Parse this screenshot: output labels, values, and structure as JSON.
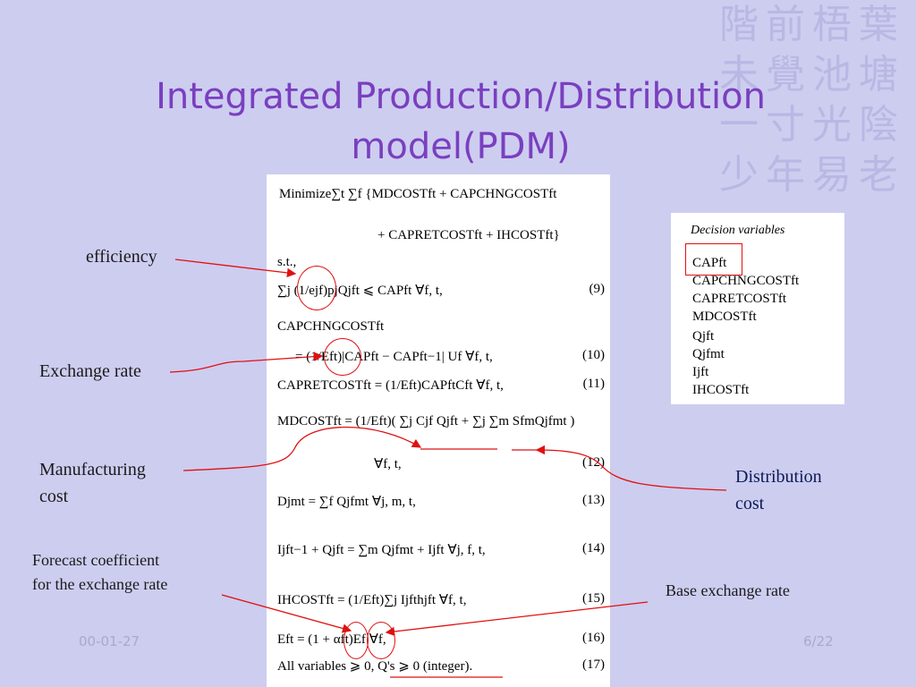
{
  "background_watermark": [
    "階前梧葉",
    "未覺池塘",
    "一寸光陰",
    "少年易老"
  ],
  "title": {
    "line1": "Integrated Production/Distribution",
    "line2": "model(PDM)"
  },
  "equations": {
    "objective_1": "Minimize∑t ∑f {MDCOSTft + CAPCHNGCOSTft",
    "objective_2": "+ CAPRETCOSTft + IHCOSTft}",
    "st": "s.t.,",
    "c9": "∑j (1/ejf)pjQjft ⩽ CAPft    ∀f, t,",
    "c9_no": "(9)",
    "c10a": "CAPCHNGCOSTft",
    "c10b": "= (1/Eft)|CAPft − CAPft−1| Uf    ∀f, t,",
    "c10_no": "(10)",
    "c11": "CAPRETCOSTft = (1/Eft)CAPftCft    ∀f, t,",
    "c11_no": "(11)",
    "c12a": "MDCOSTft = (1/Eft)( ∑j Cjf Qjft + ∑j ∑m SfmQjfmt )",
    "c12b": "∀f, t,",
    "c12_no": "(12)",
    "c13": "Djmt = ∑f Qjfmt    ∀j, m, t,",
    "c13_no": "(13)",
    "c14": "Ijft−1 + Qjft = ∑m Qjfmt + Ijft    ∀j, f, t,",
    "c14_no": "(14)",
    "c15": "IHCOSTft = (1/Eft)∑j Ijfthjft    ∀f, t,",
    "c15_no": "(15)",
    "c16": "Eft = (1 + αft)Ef    ∀f,",
    "c16_no": "(16)",
    "c17": "All variables ⩾ 0, Q's ⩾ 0 (integer).",
    "c17_no": "(17)"
  },
  "decision_variables": {
    "heading": "Decision variables",
    "items": [
      "CAPft",
      "CAPCHNGCOSTft",
      "CAPRETCOSTft",
      "MDCOSTft",
      "Qjft",
      "Qjfmt",
      "Ijft",
      "IHCOSTft"
    ]
  },
  "annotations": {
    "efficiency": "efficiency",
    "exchange_rate": "Exchange rate",
    "manufacturing_cost_1": "Manufacturing",
    "manufacturing_cost_2": "cost",
    "distribution_cost_1": "Distribution",
    "distribution_cost_2": "cost",
    "forecast_1": "Forecast coefficient",
    "forecast_2": "for the exchange rate",
    "base_exchange_rate": "Base exchange rate"
  },
  "footer": {
    "date": "00-01-27",
    "page": "6/22"
  },
  "colors": {
    "background": "#cdcdf0",
    "title": "#7a3fbf",
    "annotation_lines": "#e01010"
  }
}
